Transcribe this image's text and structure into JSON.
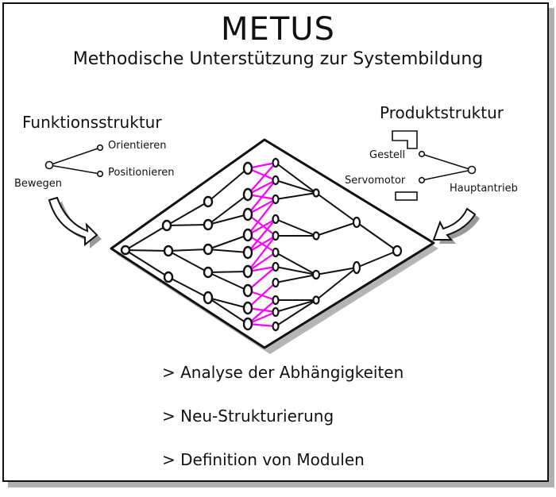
{
  "header": {
    "title": "METUS",
    "subtitle": "Methodische Unterstützung zur Systembildung"
  },
  "function_structure": {
    "title": "Funktionsstruktur",
    "root": "Bewegen",
    "children": [
      "Orientieren",
      "Positionieren"
    ]
  },
  "product_structure": {
    "title": "Produktstruktur",
    "root": "Hauptantrieb",
    "children": [
      "Gestell",
      "Servomotor"
    ]
  },
  "bullets": [
    "> Analyse der Abhängigkeiten",
    "> Neu-Strukturierung",
    "> Definition von Modulen"
  ],
  "colors": {
    "line": "#111111",
    "dependency": "#ff00ff",
    "shadow": "#b0b0b0",
    "background": "#ffffff"
  },
  "diagram": {
    "shape": "diamond",
    "left_tree_leaves": 9,
    "right_tree_leaves": 11,
    "dependency_links": "magenta cross-links between left leaves and right leaves"
  }
}
